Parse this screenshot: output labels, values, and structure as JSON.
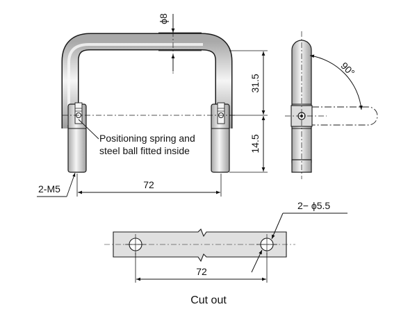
{
  "diagram": {
    "dimensions": {
      "diameter_top": "ϕ8",
      "height_upper": "31.5",
      "height_lower": "14.5",
      "width_main": "72",
      "thread": "2-M5",
      "angle": "90°",
      "hole_diameter": "2− ϕ5.5",
      "cutout_width": "72"
    },
    "notes": {
      "spring_line1": "Positioning spring and",
      "spring_line2": "steel ball fitted inside"
    },
    "cutout_caption": "Cut out"
  },
  "colors": {
    "stroke": "#1a1a1a",
    "metal_light": "#f2f2f2",
    "metal_mid": "#c8c8c8",
    "metal_dark": "#9a9a9a",
    "plate": "#e0e0e0"
  }
}
